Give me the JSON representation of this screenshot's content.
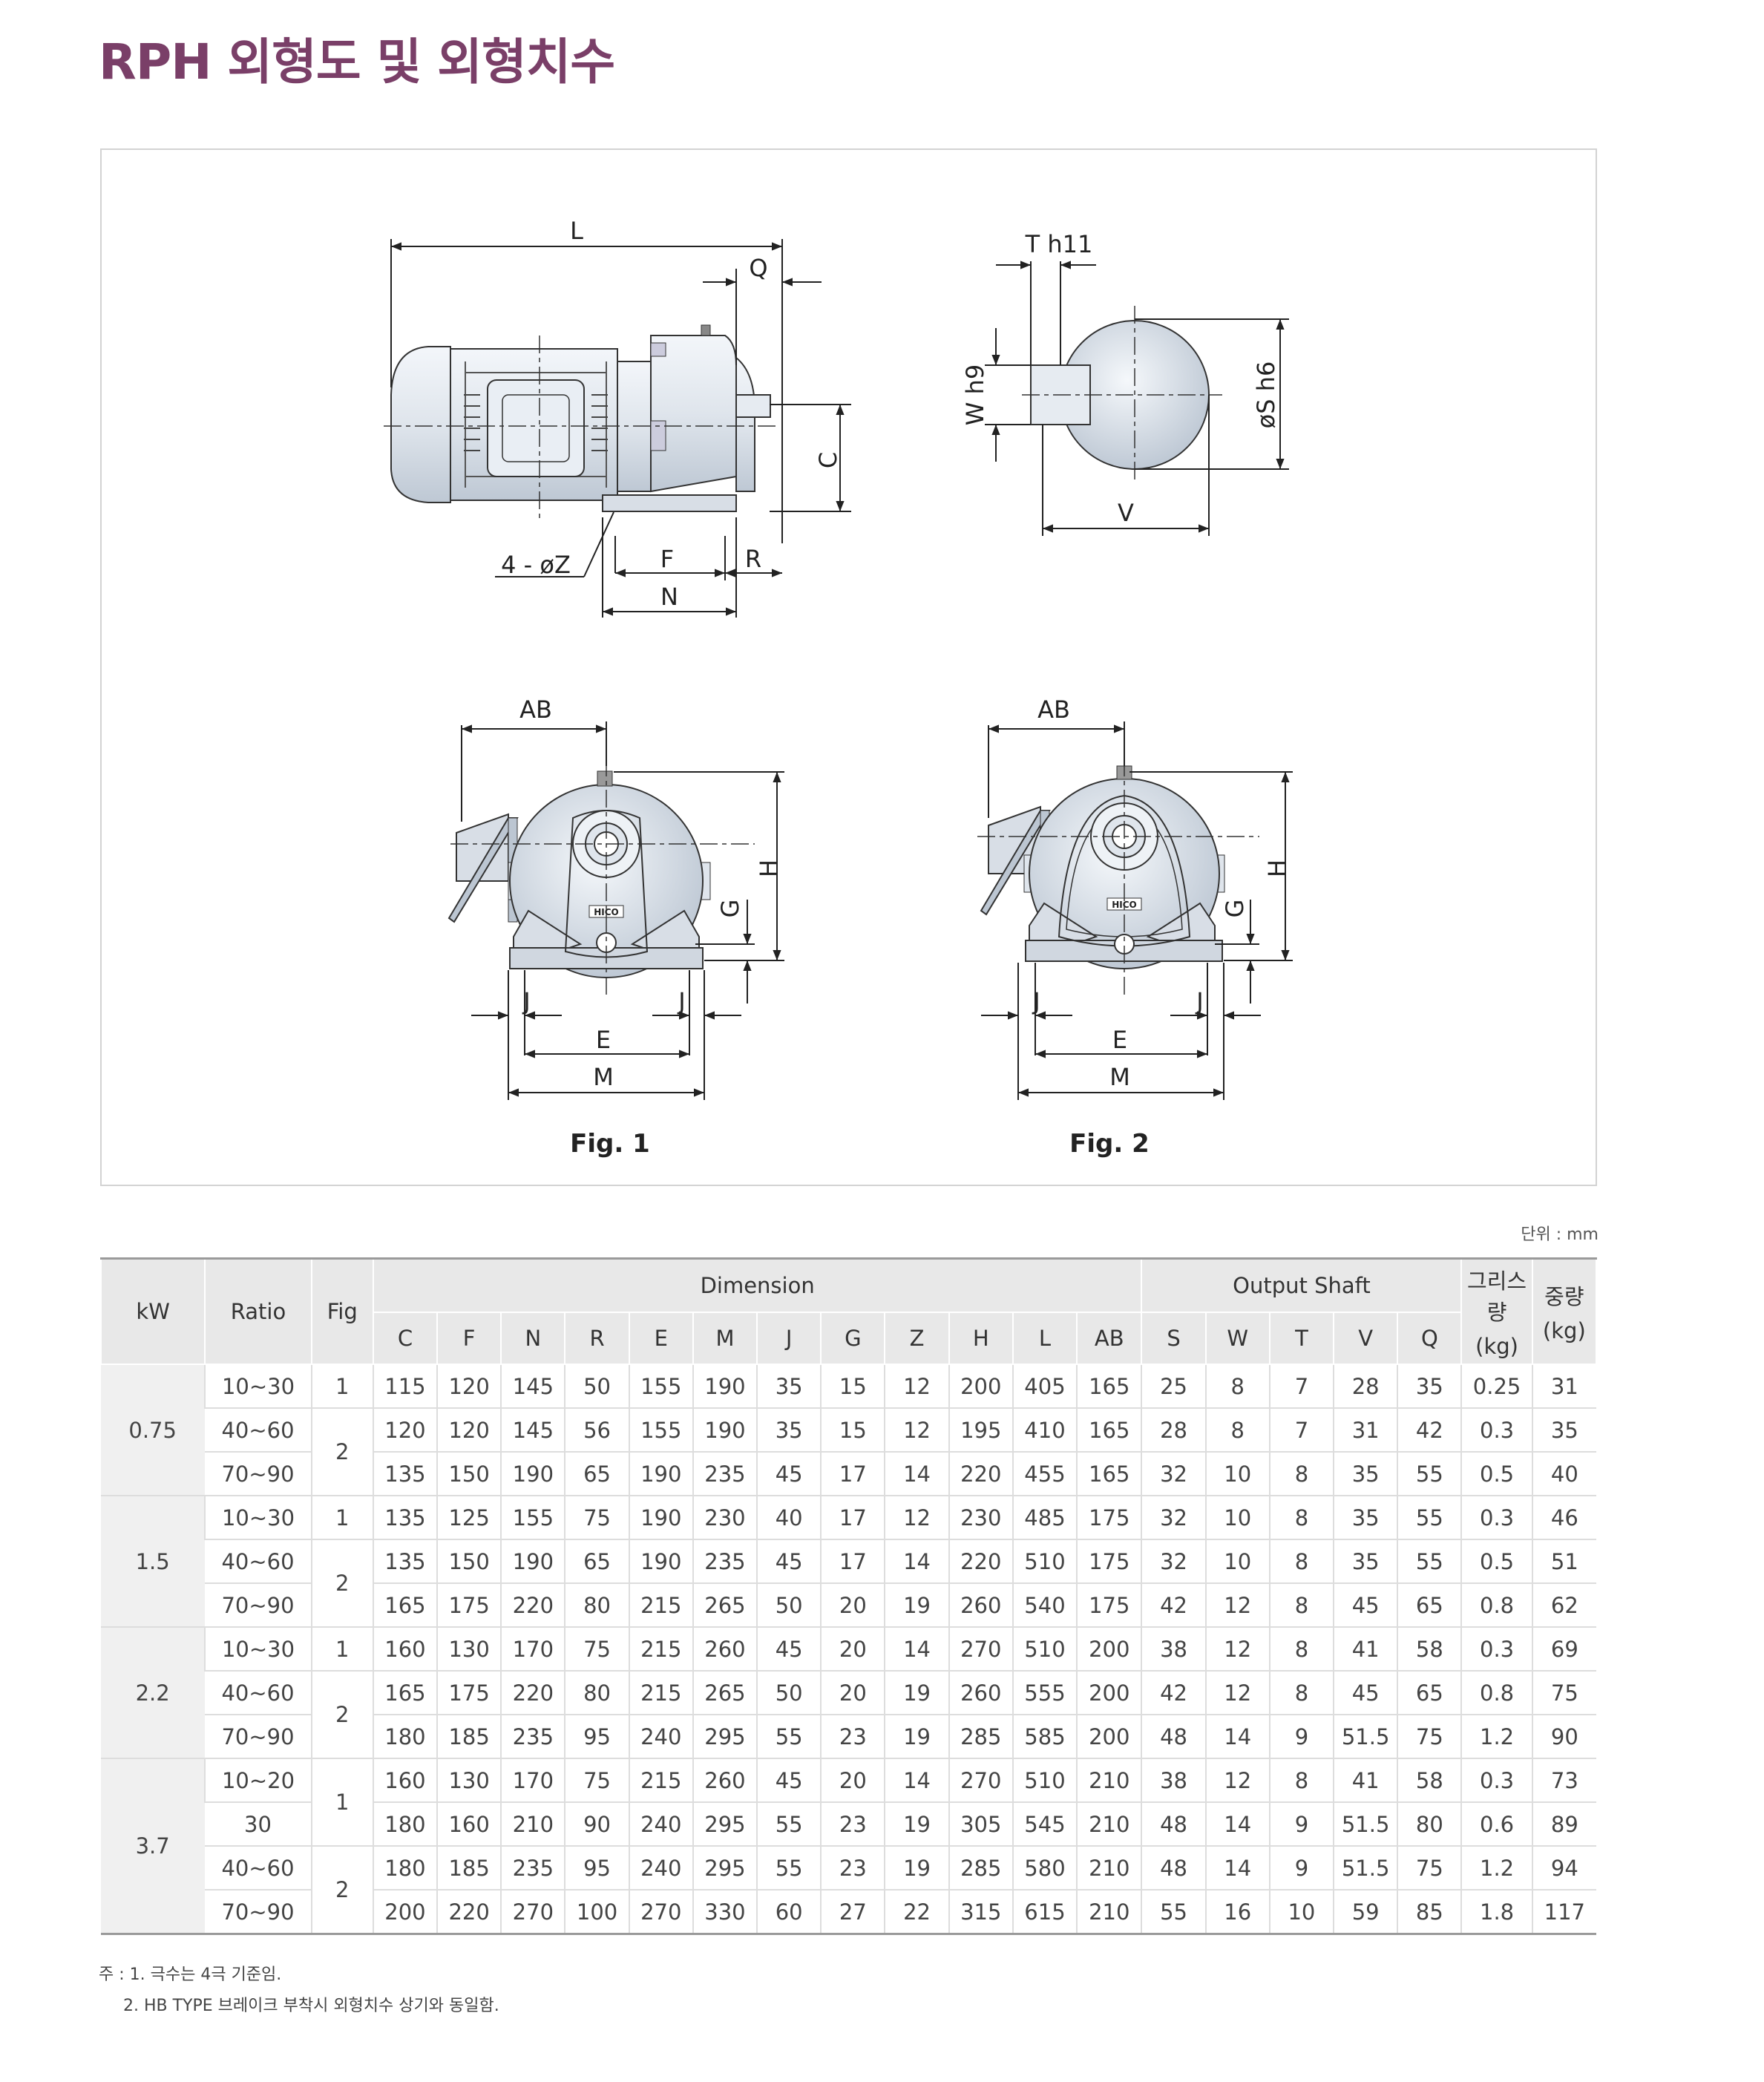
{
  "page": {
    "title": "RPH 외형도 및 외형치수",
    "unit": "단위 : mm"
  },
  "figures": {
    "fig1_label": "Fig. 1",
    "fig2_label": "Fig. 2",
    "dims": {
      "L": "L",
      "Q": "Q",
      "C": "C",
      "F": "F",
      "R": "R",
      "N": "N",
      "Z": "4 - øZ",
      "T": "T h11",
      "W": "W h9",
      "S": "øS h6",
      "V": "V",
      "AB": "AB",
      "H": "H",
      "G": "G",
      "J": "J",
      "E": "E",
      "M": "M",
      "brand": "HICO"
    }
  },
  "table": {
    "head": {
      "kw": "kW",
      "ratio": "Ratio",
      "fig": "Fig",
      "dimension": "Dimension",
      "output_shaft": "Output Shaft",
      "grease": "그리스량",
      "grease_unit": "(kg)",
      "weight": "중량",
      "weight_unit": "(kg)"
    },
    "dim_cols": [
      "C",
      "F",
      "N",
      "R",
      "E",
      "M",
      "J",
      "G",
      "Z",
      "H",
      "L",
      "AB"
    ],
    "shaft_cols": [
      "S",
      "W",
      "T",
      "V",
      "Q"
    ],
    "groups": [
      {
        "kw": "0.75",
        "rows": [
          {
            "ratio": "10~30",
            "fig": "1",
            "vals": [
              "115",
              "120",
              "145",
              "50",
              "155",
              "190",
              "35",
              "15",
              "12",
              "200",
              "405",
              "165",
              "25",
              "8",
              "7",
              "28",
              "35",
              "0.25",
              "31"
            ]
          },
          {
            "ratio": "40~60",
            "fig": "2",
            "vals": [
              "120",
              "120",
              "145",
              "56",
              "155",
              "190",
              "35",
              "15",
              "12",
              "195",
              "410",
              "165",
              "28",
              "8",
              "7",
              "31",
              "42",
              "0.3",
              "35"
            ]
          },
          {
            "ratio": "70~90",
            "fig": "",
            "vals": [
              "135",
              "150",
              "190",
              "65",
              "190",
              "235",
              "45",
              "17",
              "14",
              "220",
              "455",
              "165",
              "32",
              "10",
              "8",
              "35",
              "55",
              "0.5",
              "40"
            ]
          }
        ]
      },
      {
        "kw": "1.5",
        "rows": [
          {
            "ratio": "10~30",
            "fig": "1",
            "vals": [
              "135",
              "125",
              "155",
              "75",
              "190",
              "230",
              "40",
              "17",
              "12",
              "230",
              "485",
              "175",
              "32",
              "10",
              "8",
              "35",
              "55",
              "0.3",
              "46"
            ]
          },
          {
            "ratio": "40~60",
            "fig": "2",
            "vals": [
              "135",
              "150",
              "190",
              "65",
              "190",
              "235",
              "45",
              "17",
              "14",
              "220",
              "510",
              "175",
              "32",
              "10",
              "8",
              "35",
              "55",
              "0.5",
              "51"
            ]
          },
          {
            "ratio": "70~90",
            "fig": "",
            "vals": [
              "165",
              "175",
              "220",
              "80",
              "215",
              "265",
              "50",
              "20",
              "19",
              "260",
              "540",
              "175",
              "42",
              "12",
              "8",
              "45",
              "65",
              "0.8",
              "62"
            ]
          }
        ]
      },
      {
        "kw": "2.2",
        "rows": [
          {
            "ratio": "10~30",
            "fig": "1",
            "vals": [
              "160",
              "130",
              "170",
              "75",
              "215",
              "260",
              "45",
              "20",
              "14",
              "270",
              "510",
              "200",
              "38",
              "12",
              "8",
              "41",
              "58",
              "0.3",
              "69"
            ]
          },
          {
            "ratio": "40~60",
            "fig": "2",
            "vals": [
              "165",
              "175",
              "220",
              "80",
              "215",
              "265",
              "50",
              "20",
              "19",
              "260",
              "555",
              "200",
              "42",
              "12",
              "8",
              "45",
              "65",
              "0.8",
              "75"
            ]
          },
          {
            "ratio": "70~90",
            "fig": "",
            "vals": [
              "180",
              "185",
              "235",
              "95",
              "240",
              "295",
              "55",
              "23",
              "19",
              "285",
              "585",
              "200",
              "48",
              "14",
              "9",
              "51.5",
              "75",
              "1.2",
              "90"
            ]
          }
        ]
      },
      {
        "kw": "3.7",
        "rows": [
          {
            "ratio": "10~20",
            "fig": "1",
            "vals": [
              "160",
              "130",
              "170",
              "75",
              "215",
              "260",
              "45",
              "20",
              "14",
              "270",
              "510",
              "210",
              "38",
              "12",
              "8",
              "41",
              "58",
              "0.3",
              "73"
            ]
          },
          {
            "ratio": "30",
            "fig": "",
            "vals": [
              "180",
              "160",
              "210",
              "90",
              "240",
              "295",
              "55",
              "23",
              "19",
              "305",
              "545",
              "210",
              "48",
              "14",
              "9",
              "51.5",
              "80",
              "0.6",
              "89"
            ]
          },
          {
            "ratio": "40~60",
            "fig": "2",
            "vals": [
              "180",
              "185",
              "235",
              "95",
              "240",
              "295",
              "55",
              "23",
              "19",
              "285",
              "580",
              "210",
              "48",
              "14",
              "9",
              "51.5",
              "75",
              "1.2",
              "94"
            ]
          },
          {
            "ratio": "70~90",
            "fig": "",
            "vals": [
              "200",
              "220",
              "270",
              "100",
              "270",
              "330",
              "60",
              "27",
              "22",
              "315",
              "615",
              "210",
              "55",
              "16",
              "10",
              "59",
              "85",
              "1.8",
              "117"
            ]
          }
        ]
      }
    ]
  },
  "notes": {
    "n0": "주 : 1. 극수는 4극 기준임.",
    "n1": "2. HB TYPE 브레이크 부착시 외형치수 상기와 동일함."
  }
}
